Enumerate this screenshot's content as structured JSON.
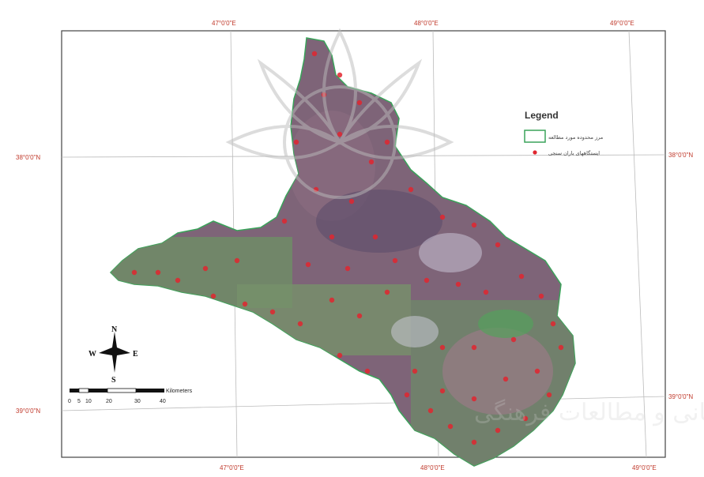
{
  "graticule": {
    "top_labels": [
      "47°0'0\"E",
      "48°0'0\"E",
      "49°0'0\"E"
    ],
    "bottom_labels": [
      "47°0'0\"E",
      "48°0'0\"E",
      "49°0'0\"E"
    ],
    "left_labels": [
      "38°0'0\"N",
      "39°0'0\"N"
    ],
    "right_labels": [
      "38°0'0\"N",
      "39°0'0\"N"
    ]
  },
  "legend": {
    "title": "Legend",
    "items": [
      {
        "label": "مرز محدوده مورد مطالعه",
        "symbol": "boundary-box",
        "color": "#3aa35a"
      },
      {
        "label": "ایستگاههای باران سنجی",
        "symbol": "station-dot",
        "color": "#e0262f"
      }
    ]
  },
  "north_arrow": {
    "n": "N",
    "s": "S",
    "e": "E",
    "w": "W"
  },
  "scale_bar": {
    "ticks": [
      "0",
      "5",
      "10",
      "20",
      "30",
      "40"
    ],
    "unit": "Kilometers"
  },
  "watermark": {
    "text": "پژوهشگاه علوم انسانی و مطالعات فرهنگی"
  },
  "colors": {
    "frame": "#444444",
    "graticule": "#bbbbbb",
    "coord_label": "#c0392b",
    "region_purple": "#7e6478",
    "region_green": "#6f8c66",
    "station": "#e0262f"
  }
}
